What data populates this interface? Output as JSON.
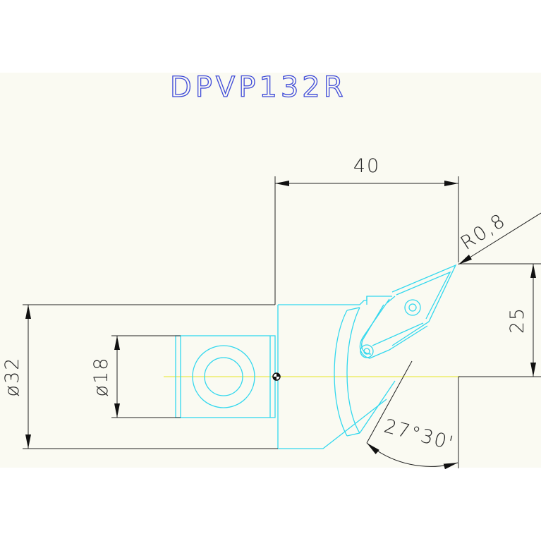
{
  "title": "DPVP132R",
  "dimensions": {
    "length": "40",
    "radius": "R0,8",
    "height": "25",
    "diameter_outer": "ø32",
    "diameter_inner": "ø18",
    "angle": "27°30'"
  },
  "colors": {
    "background": "#fafaf2",
    "tool_outline": "#33d8ee",
    "dimension_line": "#222222",
    "centerline": "#ecec6a",
    "title": "#3d49d8"
  }
}
